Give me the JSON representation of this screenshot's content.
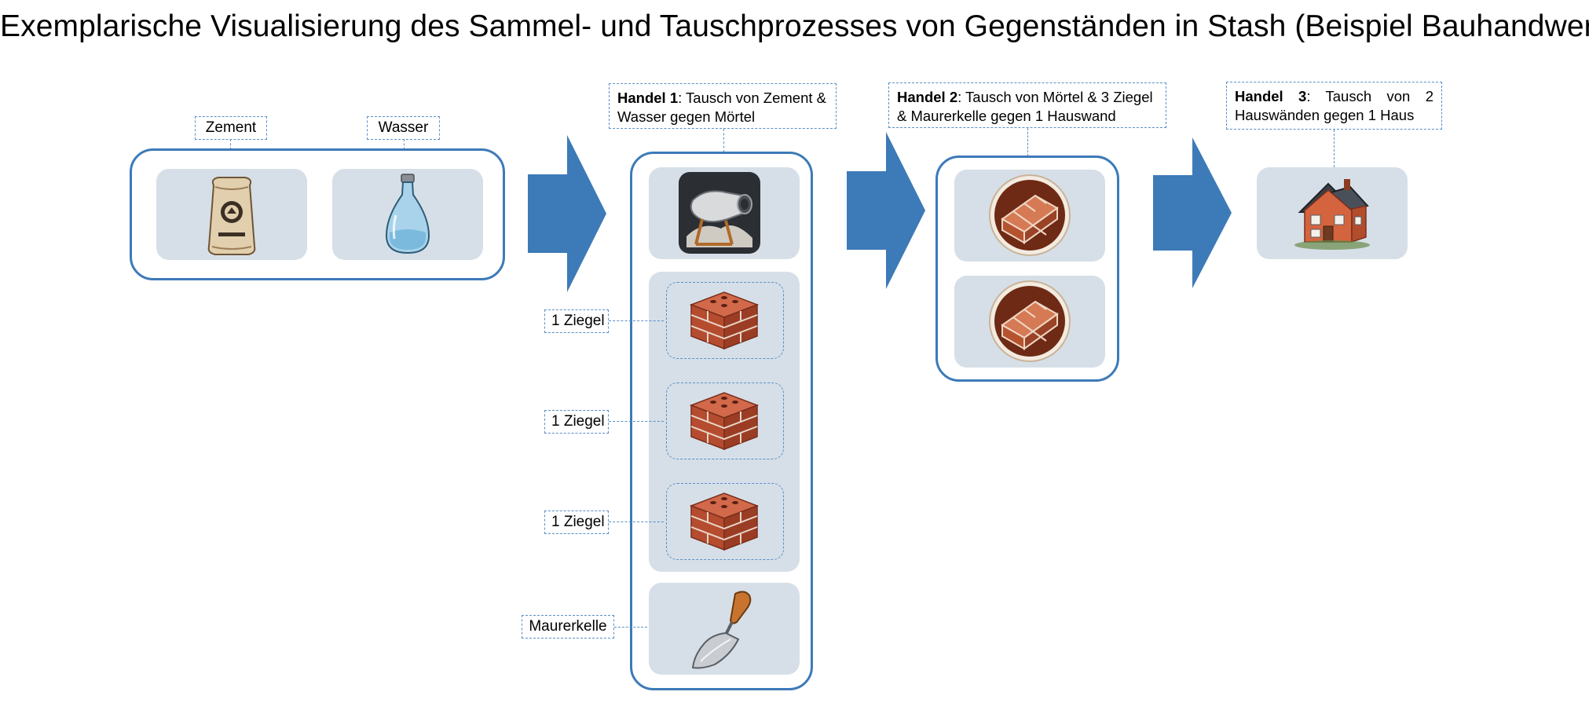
{
  "title": "Exemplarische Visualisierung des Sammel- und Tauschprozesses von Gegenständen in Stash (Beispiel Bauhandwerk)",
  "labels": {
    "zement": "Zement",
    "wasser": "Wasser",
    "ziegel_1": "1 Ziegel",
    "ziegel_2": "1 Ziegel",
    "ziegel_3": "1 Ziegel",
    "maurerkelle": "Maurerkelle"
  },
  "trades": [
    {
      "name": "Handel 1",
      "text": ": Tausch von Zement & Wasser gegen Mörtel"
    },
    {
      "name": "Handel 2",
      "text": ": Tausch von Mörtel & 3 Ziegel & Maurerkelle gegen 1 Hauswand"
    },
    {
      "name": "Handel 3",
      "text": ": Tausch von 2 Hauswänden gegen 1 Haus"
    }
  ],
  "colors": {
    "accent": "#3d7ab8",
    "tile": "#d6dfe7",
    "dash": "#5a8fc8"
  },
  "icons": [
    "cement-bag-icon",
    "water-bottle-icon",
    "cement-mixer-icon",
    "brick-stack-icon",
    "trowel-icon",
    "brick-wall-icon",
    "house-icon"
  ]
}
